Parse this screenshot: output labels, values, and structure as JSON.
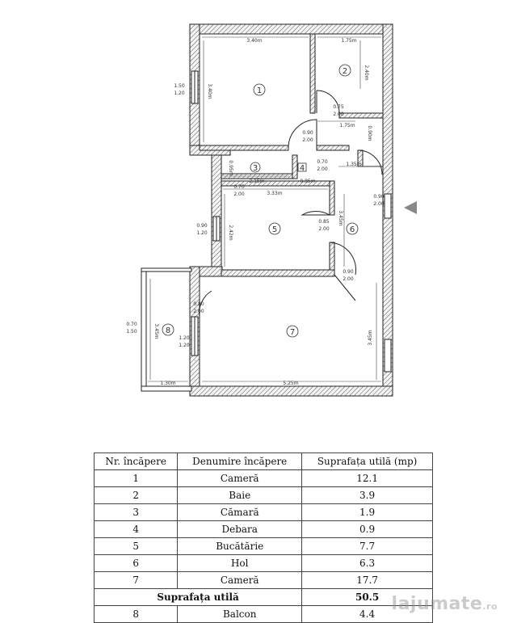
{
  "plan": {
    "rooms": [
      {
        "id": "r1",
        "number": "1"
      },
      {
        "id": "r2",
        "number": "2"
      },
      {
        "id": "r3",
        "number": "3"
      },
      {
        "id": "r4",
        "number": "4"
      },
      {
        "id": "r5",
        "number": "5"
      },
      {
        "id": "r6",
        "number": "6"
      },
      {
        "id": "r7",
        "number": "7"
      },
      {
        "id": "r8",
        "number": "8"
      }
    ],
    "dimensions": {
      "room1_width": "3.40m",
      "room1_height": "3.40m",
      "room2_width": "1.75m",
      "room2_height": "2.40m",
      "hall_top_width": "1.75m",
      "hall_short": "0.90m",
      "room3_width": "2.15m",
      "room3_height": "0.95m",
      "room4_width": "0.85m",
      "hall_mid_width": "1.35m",
      "kitchen_width": "3.33m",
      "kitchen_height": "2.42m",
      "hall_height": "3.45m",
      "living_width": "5.25m",
      "living_height": "3.45m",
      "balcony_width": "1.30m",
      "balcony_height": "3.45m"
    },
    "openings": {
      "win_room1": [
        "1.50",
        "1.20"
      ],
      "door_room2": [
        "0.75",
        "2.00"
      ],
      "door_room1": [
        "0.90",
        "2.00"
      ],
      "door_room4": [
        "0.70",
        "2.00"
      ],
      "door_room3": [
        "0.70",
        "2.00"
      ],
      "door_entry": [
        "0.90",
        "2.00"
      ],
      "win_kitchen": [
        "0.90",
        "1.20"
      ],
      "door_kitchen": [
        "0.85",
        "2.00"
      ],
      "door_living": [
        "0.90",
        "2.00"
      ],
      "door_balcony": [
        "0.80",
        "2.00"
      ],
      "win_balcony_left": [
        "0.70",
        "1.50"
      ],
      "win_living": [
        "1.20",
        "1.20"
      ]
    }
  },
  "table": {
    "headers": [
      "Nr. încăpere",
      "Denumire încăpere",
      "Suprafața utilă (mp)"
    ],
    "rows": [
      {
        "nr": "1",
        "name": "Cameră",
        "area": "12.1"
      },
      {
        "nr": "2",
        "name": "Baie",
        "area": "3.9"
      },
      {
        "nr": "3",
        "name": "Cămară",
        "area": "1.9"
      },
      {
        "nr": "4",
        "name": "Debara",
        "area": "0.9"
      },
      {
        "nr": "5",
        "name": "Bucătărie",
        "area": "7.7"
      },
      {
        "nr": "6",
        "name": "Hol",
        "area": "6.3"
      },
      {
        "nr": "7",
        "name": "Cameră",
        "area": "17.7"
      }
    ],
    "summary_label": "Suprafața utilă",
    "summary_value": "50.5",
    "extra_rows": [
      {
        "nr": "8",
        "name": "Balcon",
        "area": "4.4"
      }
    ]
  },
  "watermark": {
    "brand": "lajumate",
    "tld": ".ro"
  }
}
